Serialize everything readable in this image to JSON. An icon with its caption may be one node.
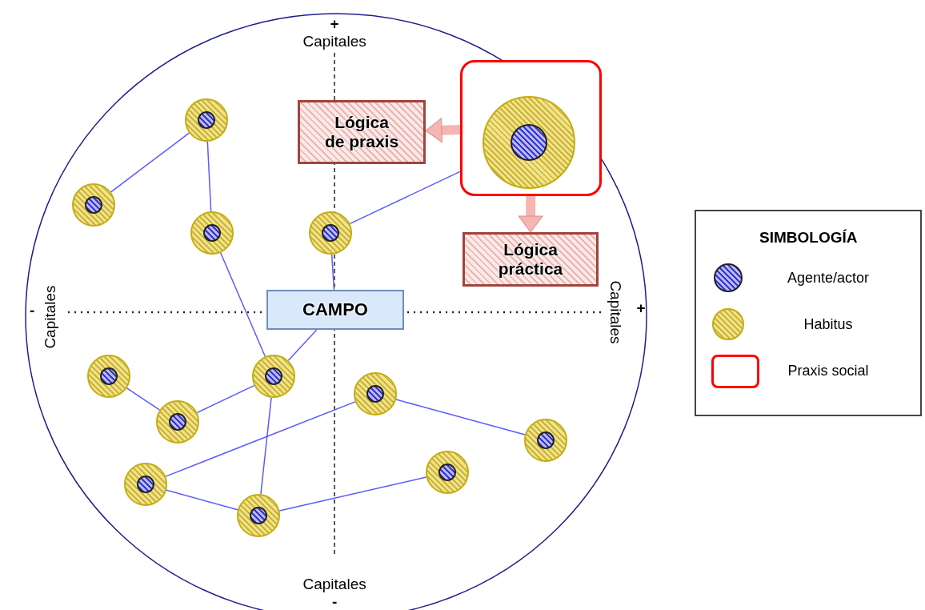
{
  "diagram": {
    "nodes": [
      {
        "text": [],
        "shape": "box"
      },
      {
        "text": [],
        "shape": "circle",
        "in": 0
      },
      {
        "text": [
          "Lógica de praxis"
        ]
      },
      {
        "text": [
          "Lógica práctica"
        ]
      },
      {
        "text": [
          "CAMPO"
        ]
      },
      {
        "text": [],
        "shape": "circle"
      },
      {
        "text": [],
        "shape": "circle"
      },
      {
        "text": [],
        "shape": "circle"
      },
      {
        "text": [],
        "shape": "circle"
      },
      {
        "text": [],
        "shape": "circle"
      },
      {
        "text": [],
        "shape": "circle"
      },
      {
        "text": [],
        "shape": "circle"
      },
      {
        "text": [],
        "shape": "circle"
      },
      {
        "text": [],
        "shape": "circle"
      },
      {
        "text": [],
        "shape": "circle"
      },
      {
        "text": [],
        "shape": "circle"
      },
      {
        "text": [],
        "shape": "circle"
      }
    ],
    "edges": [
      {
        "from": 0,
        "to": 2,
        "arrow": "to",
        "style": "thick",
        "color": "#f4b6b0"
      },
      {
        "from": 0,
        "to": 3,
        "arrow": "to",
        "style": "thick",
        "color": "#f4b6b0"
      },
      {
        "from": 5,
        "to": 6,
        "arrow": "none"
      },
      {
        "from": 5,
        "to": 7,
        "arrow": "none"
      },
      {
        "from": 7,
        "to": 10,
        "arrow": "none"
      },
      {
        "from": 8,
        "to": 1,
        "arrow": "none"
      },
      {
        "from": 8,
        "to": 4,
        "arrow": "none"
      },
      {
        "from": 4,
        "to": 10,
        "arrow": "none"
      },
      {
        "from": 9,
        "to": 12,
        "arrow": "none"
      },
      {
        "from": 12,
        "to": 10,
        "arrow": "none"
      },
      {
        "from": 10,
        "to": 16,
        "arrow": "none"
      },
      {
        "from": 11,
        "to": 13,
        "arrow": "none"
      },
      {
        "from": 11,
        "to": 15,
        "arrow": "none"
      },
      {
        "from": 15,
        "to": 16,
        "arrow": "none"
      },
      {
        "from": 16,
        "to": 14,
        "arrow": "none"
      }
    ],
    "labels": [
      "+",
      "Capitales",
      "-",
      "Capitales",
      "Capitales",
      "+",
      "SIMBOLOGÍA",
      "Capitales",
      "-"
    ],
    "legend": [
      {
        "text": "Agente/actor"
      },
      {
        "text": "Habitus"
      },
      {
        "text": "Praxis social"
      }
    ]
  }
}
